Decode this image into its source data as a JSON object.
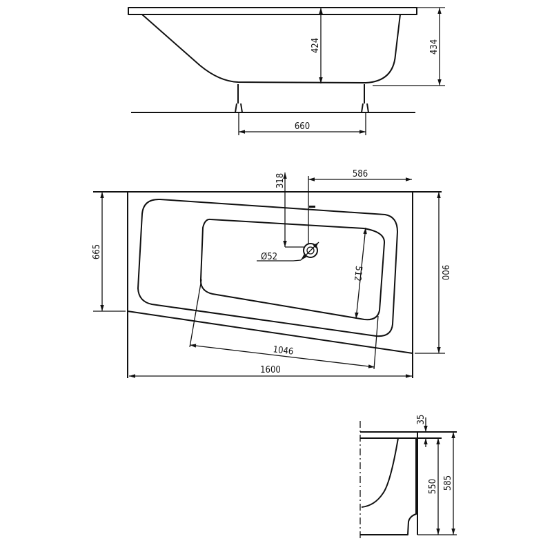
{
  "side_view": {
    "depth_inner": "424",
    "height_total": "434",
    "leg_spacing": "660"
  },
  "plan_view": {
    "drain_offset_y": "318",
    "drain_offset_x": "586",
    "left_width": "665",
    "right_width": "900",
    "drain_diameter": "Ø52",
    "basin_width": "512",
    "basin_length": "1046",
    "overall_length": "1600"
  },
  "end_view": {
    "rim_thickness": "35",
    "height_to_rim": "550",
    "height_total": "585"
  }
}
